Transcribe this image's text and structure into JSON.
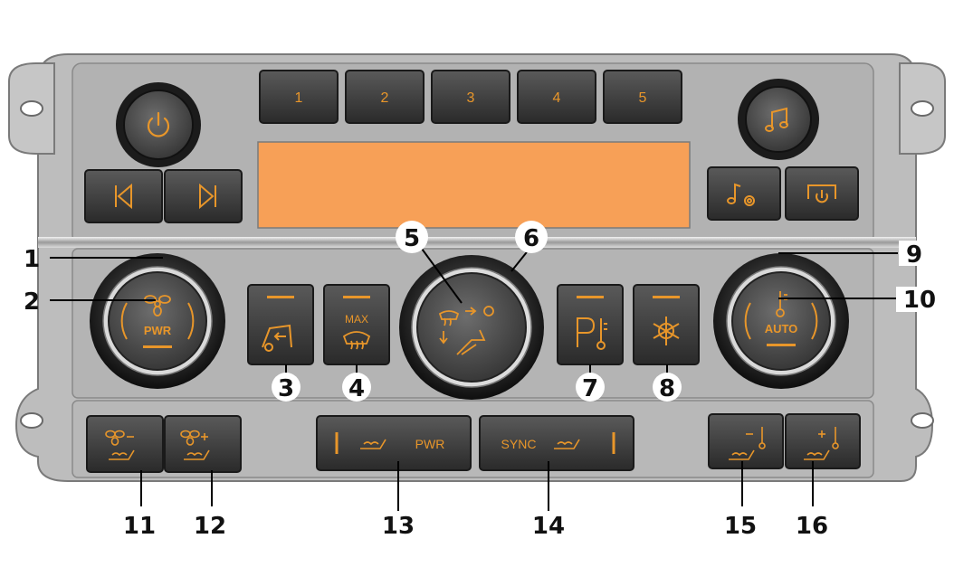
{
  "panel": {
    "preset_buttons": [
      {
        "label": "1"
      },
      {
        "label": "2"
      },
      {
        "label": "3"
      },
      {
        "label": "4"
      },
      {
        "label": "5"
      }
    ],
    "left_dial_label": "PWR",
    "max_label": "MAX",
    "right_dial_label": "AUTO",
    "air_pwr_label": "PWR",
    "sync_label": "SYNC"
  },
  "colors": {
    "panel_frame": "#c9c9c9",
    "button_face": "#444444",
    "symbol_orange": "#e8962a",
    "display_orange": "#f7a057",
    "callout_text": "#111111"
  },
  "icons": {
    "power": "power-icon",
    "music": "music-note-icon",
    "prev": "skip-back-icon",
    "next": "skip-forward-icon",
    "audio_settings": "music-settings-icon",
    "display_power": "display-power-icon",
    "fan": "fan-icon",
    "recirculation": "air-recirculation-icon",
    "max_defrost": "max-defrost-icon",
    "distribution": "air-distribution-icon",
    "park_heat": "park-heater-icon",
    "ac": "snowflake-icon",
    "temperature": "thermometer-icon",
    "seat": "seat-heat-icon"
  },
  "callouts": [
    "1",
    "2",
    "3",
    "4",
    "5",
    "6",
    "7",
    "8",
    "9",
    "10",
    "11",
    "12",
    "13",
    "14",
    "15",
    "16"
  ]
}
